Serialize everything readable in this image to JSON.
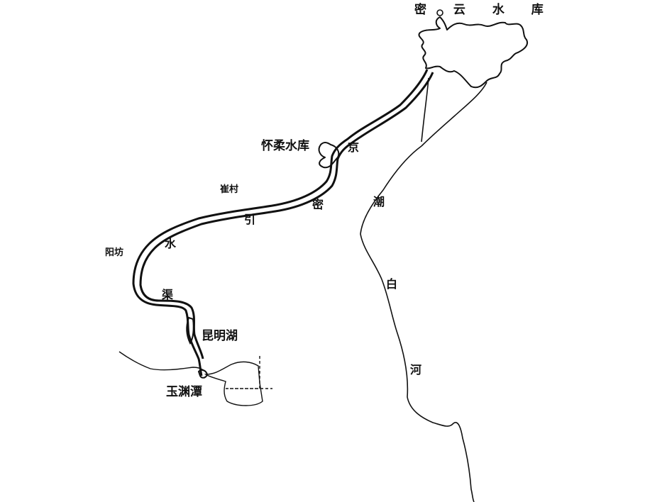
{
  "map": {
    "labels": {
      "miyun_reservoir": "密 云 水 库",
      "huairou_reservoir": "怀柔水库",
      "cuicun": "崔村",
      "yangfang": "阳坊",
      "kunming_lake": "昆明湖",
      "yuyuantan": "玉渊潭",
      "canal_char_jing": "京",
      "canal_char_mi": "密",
      "canal_char_yin": "引",
      "canal_char_shui": "水",
      "canal_char_qu": "渠",
      "river_char_chao": "潮",
      "river_char_bai": "白",
      "river_char_he": "河"
    },
    "colors": {
      "ink": "#111111",
      "background": "#ffffff"
    }
  }
}
